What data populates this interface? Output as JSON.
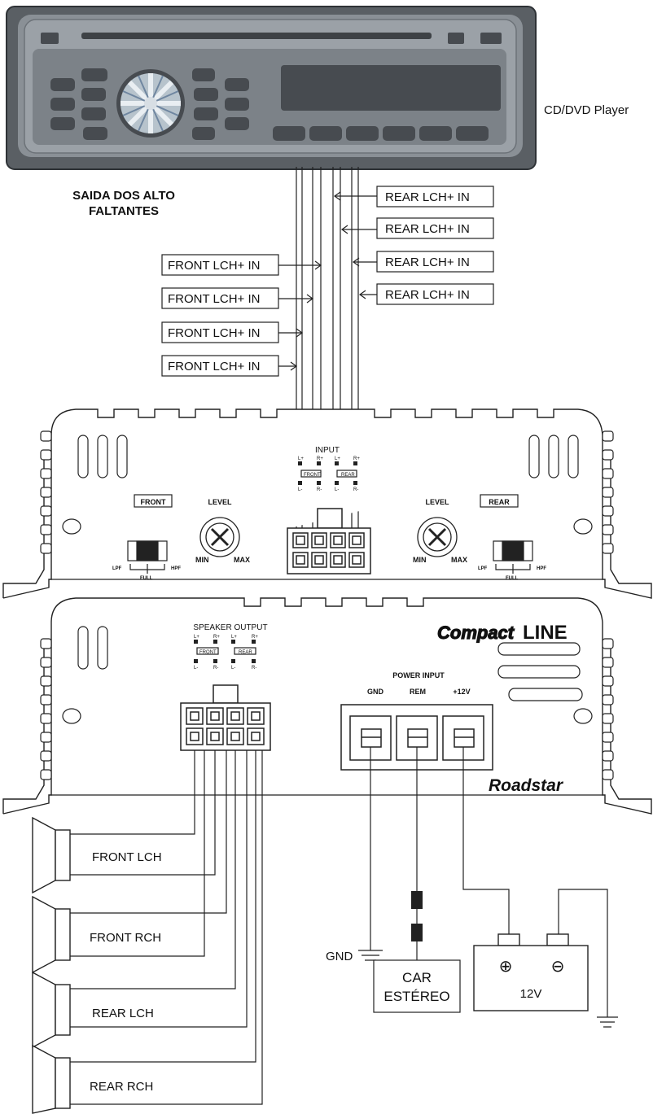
{
  "head_unit": {
    "label": "CD/DVD Player"
  },
  "speaker_output_title": "SAIDA DOS ALTO\nFALTANTES",
  "input_labels_right": [
    "REAR LCH+ IN",
    "REAR LCH+ IN",
    "REAR LCH+ IN",
    "REAR LCH+ IN"
  ],
  "input_labels_left": [
    "FRONT LCH+ IN",
    "FRONT LCH+ IN",
    "FRONT LCH+ IN",
    "FRONT LCH+ IN"
  ],
  "amp_input_panel": {
    "front_label": "FRONT",
    "rear_label": "REAR",
    "level_label": "LEVEL",
    "min_label": "MIN",
    "max_label": "MAX",
    "lpf_label": "LPF",
    "full_label": "FULL",
    "hpf_label": "HPF",
    "input_label": "INPUT",
    "pin_labels": [
      "L+",
      "R+",
      "L+",
      "R+",
      "L-",
      "R-",
      "L-",
      "R-"
    ],
    "front_box": "FRONT",
    "rear_box": "REAR"
  },
  "amp_output_panel": {
    "speaker_output_label": "SPEAKER OUTPUT",
    "pin_labels": [
      "L+",
      "R+",
      "L+",
      "R+",
      "L-",
      "R-",
      "L-",
      "R-"
    ],
    "front_box": "FRONT",
    "rear_box": "REAR",
    "brand_compact": "Compact",
    "brand_line": "LINE",
    "power_input_label": "POWER INPUT",
    "gnd_terminal": "GND",
    "rem_terminal": "REM",
    "v12_terminal": "+12V",
    "roadstar_logo": "Roadstar"
  },
  "speakers": [
    "FRONT LCH",
    "FRONT RCH",
    "REAR LCH",
    "REAR RCH"
  ],
  "power": {
    "gnd_label": "GND",
    "car_stereo_line1": "CAR",
    "car_stereo_line2": "ESTÉREO",
    "battery_plus": "⊕",
    "battery_minus": "⊖",
    "battery_voltage": "12V"
  },
  "colors": {
    "head_unit_body": "#5a5f64",
    "head_unit_face": "#8a9096",
    "dark_button": "#474b50"
  }
}
